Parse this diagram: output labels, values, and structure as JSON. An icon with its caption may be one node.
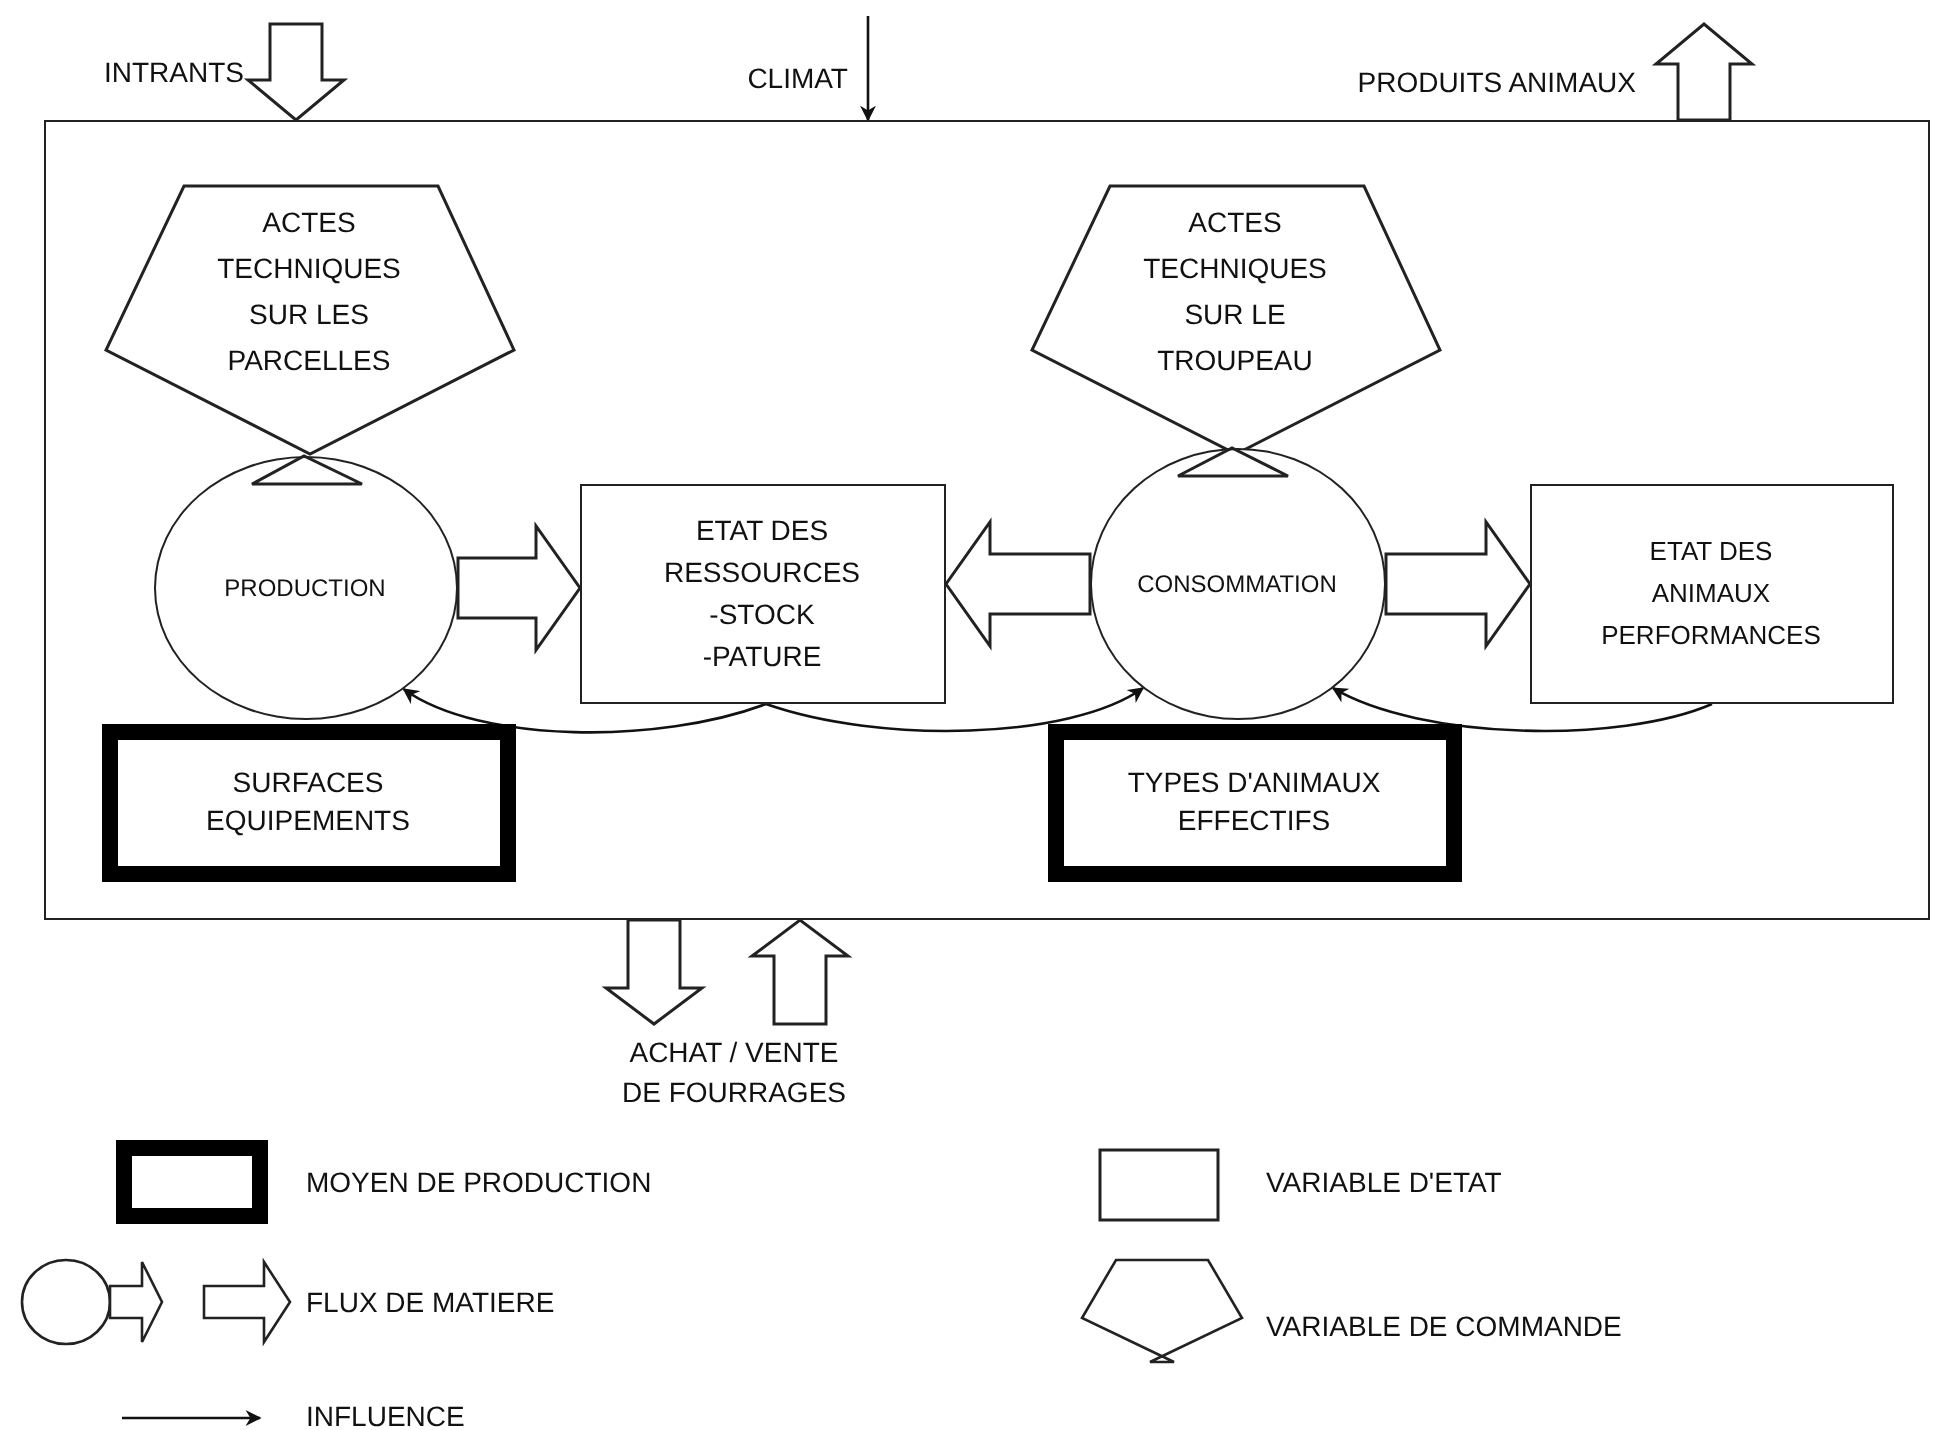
{
  "diagram": {
    "nodes": [
      {
        "text": [],
        "shape": "box"
      },
      {
        "text": [
          "ACTES TECHNIQUES SUR LES PARCELLES"
        ],
        "in": 0
      },
      {
        "text": [
          "PRODUCTION"
        ],
        "in": 0
      },
      {
        "text": [
          "ETAT DES RESSOURCES",
          "-STOCK",
          "-PATURE"
        ],
        "in": 0
      },
      {
        "text": [
          "ACTES TECHNIQUES SUR LE TROUPEAU"
        ],
        "in": 0
      },
      {
        "text": [
          "CONSOMMATION"
        ],
        "in": 0
      },
      {
        "text": [
          "ETAT DES ANIMAUX",
          "PERFORMANCES"
        ],
        "in": 0
      },
      {
        "text": [
          "SURFACES",
          "EQUIPEMENTS"
        ],
        "in": 0
      },
      {
        "text": [
          "TYPES D'ANIMAUX",
          "EFFECTIFS"
        ],
        "in": 0
      },
      {
        "text": [
          "ACHAT / VENTE DE FOURRAGES"
        ]
      }
    ],
    "edges": [
      {
        "from": null,
        "to": 0,
        "arrow": "to",
        "style": "thick",
        "label": "INTRANTS"
      },
      {
        "from": null,
        "to": 0,
        "arrow": "to",
        "label": "CLIMAT"
      },
      {
        "from": 0,
        "to": null,
        "arrow": "to",
        "style": "thick",
        "label": "PRODUITS ANIMAUX"
      },
      {
        "from": 0,
        "to": 9,
        "arrow": "to",
        "style": "thick"
      },
      {
        "from": 9,
        "to": 0,
        "arrow": "to",
        "style": "thick"
      },
      {
        "from": 2,
        "to": 3,
        "arrow": "to",
        "style": "thick"
      },
      {
        "from": 5,
        "to": 3,
        "arrow": "to",
        "style": "thick"
      },
      {
        "from": 5,
        "to": 6,
        "arrow": "to",
        "style": "thick"
      },
      {
        "from": 3,
        "to": 2,
        "arrow": "to"
      },
      {
        "from": 3,
        "to": 5,
        "arrow": "to"
      },
      {
        "from": 6,
        "to": 5,
        "arrow": "to"
      }
    ],
    "legend": [
      {
        "text": "MOYEN DE PRODUCTION"
      },
      {
        "text": "VARIABLE D'ETAT"
      },
      {
        "text": "FLUX DE MATIERE"
      },
      {
        "text": "VARIABLE DE COMMANDE"
      },
      {
        "text": "INFLUENCE"
      }
    ]
  }
}
